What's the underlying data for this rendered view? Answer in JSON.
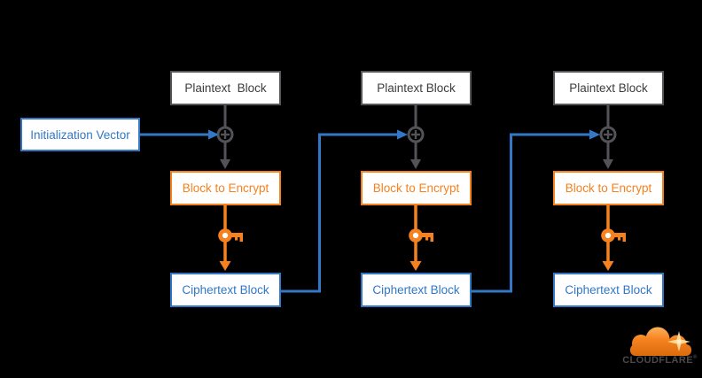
{
  "iv": {
    "label": "Initialization Vector"
  },
  "columns": [
    {
      "plaintext_label": "Plaintext  Block",
      "encrypt_label": "Block to Encrypt",
      "ciphertext_label": "Ciphertext Block"
    },
    {
      "plaintext_label": "Plaintext Block",
      "encrypt_label": "Block to Encrypt",
      "ciphertext_label": "Ciphertext Block"
    },
    {
      "plaintext_label": "Plaintext Block",
      "encrypt_label": "Block to Encrypt",
      "ciphertext_label": "Ciphertext Block"
    }
  ],
  "logo": {
    "brand": "CLOUDFLARE",
    "reg_mark": "®"
  },
  "colors": {
    "background": "#000000",
    "box_background": "#ffffff",
    "orange": "#f6821f",
    "blue": "#3278c6",
    "gray": "#525257"
  }
}
